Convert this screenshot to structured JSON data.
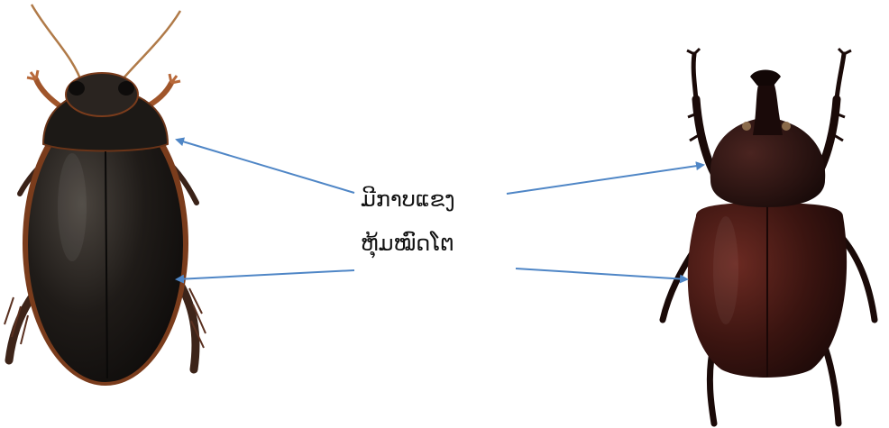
{
  "annotation": {
    "line1": "ມີກາບແຂງ",
    "line2": "ຫຸ້ມໝົດໂຕ"
  },
  "images": {
    "left": "diving-beetle",
    "right": "rhinoceros-beetle"
  },
  "colors": {
    "arrow": "#4f86c6",
    "left_shell": "#1a1714",
    "left_edge": "#8a4a22",
    "right_shell": "#3a1410",
    "right_head": "#1e0d0b"
  }
}
